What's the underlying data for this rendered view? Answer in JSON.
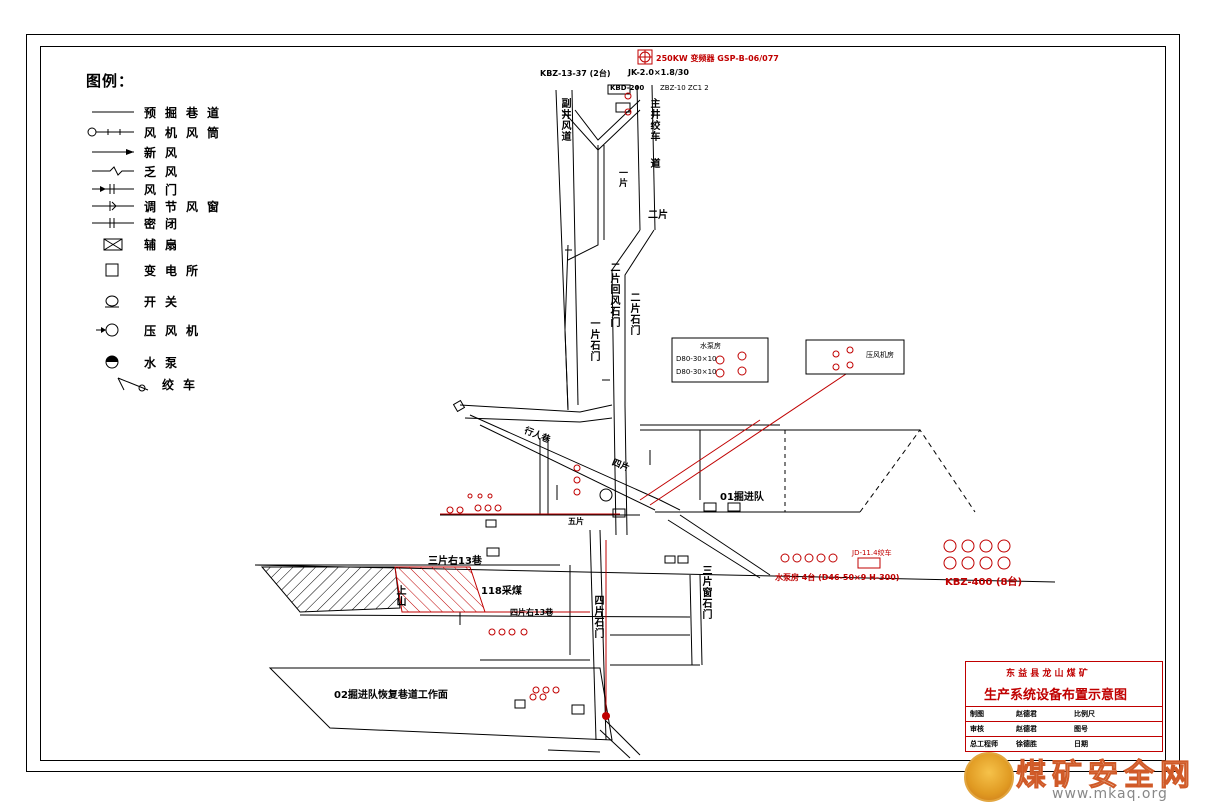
{
  "legend": {
    "title": "图例：",
    "items": [
      {
        "icon": "tunnel-line-icon",
        "label": "预掘巷道"
      },
      {
        "icon": "fan-duct-icon",
        "label": "风机风筒"
      },
      {
        "icon": "fresh-air-arrow-icon",
        "label": "新风"
      },
      {
        "icon": "return-air-arrow-icon",
        "label": "乏风"
      },
      {
        "icon": "air-door-icon",
        "label": "风门"
      },
      {
        "icon": "regulator-window-icon",
        "label": "调节风窗"
      },
      {
        "icon": "seal-icon",
        "label": "密闭"
      },
      {
        "icon": "auxiliary-fan-icon",
        "label": "辅扇"
      },
      {
        "icon": "substation-icon",
        "label": "变电所"
      },
      {
        "icon": "switch-icon",
        "label": "开关"
      },
      {
        "icon": "compressor-icon",
        "label": "压风机"
      },
      {
        "icon": "water-pump-icon",
        "label": "水泵"
      },
      {
        "icon": "winch-icon",
        "label": "绞车"
      }
    ]
  },
  "top_labels": {
    "transformer": "250KW 变频器 GSP-B-06/077",
    "kbz": "KBZ-13-37 (2台)",
    "jk": "JK-2.0×1.8/30",
    "kbd": "KBD-200",
    "misc": "ZBZ-10  ZC1 2"
  },
  "vertical_labels": {
    "aux_shaft": "副井风道",
    "main_winch": "主井绞车",
    "road": "道",
    "pian1_shimen": "一片石门",
    "pian2_return": "二片回风石门",
    "pian2_shimen": "二片石门",
    "pian3_xian": "三片窗石门",
    "pian4_shimen": "四片石门",
    "shangshan": "上山",
    "yipian": "一片"
  },
  "labels": {
    "erpian": "二片",
    "wupian": "五片",
    "sipian": "四片",
    "xingxiang": "行人巷",
    "dig_team_01": "01掘进队",
    "sanpian_13": "三片右13巷",
    "caimei_118": "118采煤",
    "sipian_13": "四片右13巷",
    "dig_team_02": "02掘进队恢复巷道工作面",
    "kbz400": "KBZ-400 (8台)",
    "jd_note": "JD-11.4绞车",
    "pump_caption": "水泵房 4台 (D46-50×9 H-300)"
  },
  "boxes": {
    "pump_box_title": "水泵房",
    "pump_box_line1": "D80-30×10",
    "pump_box_line2": "D80-30×10",
    "comp_box_title": "压风机房"
  },
  "title_block": {
    "company": "东 益 县 龙 山 煤 矿",
    "title": "生产系统设备布置示意图",
    "rows": [
      [
        "制图",
        "赵德君",
        "比例尺",
        ""
      ],
      [
        "审核",
        "赵德君",
        "图号",
        ""
      ],
      [
        "总工程师",
        "徐德胜",
        "日期",
        ""
      ]
    ]
  },
  "watermark": {
    "name": "煤矿安全网",
    "url": "www.mkaq.org"
  }
}
